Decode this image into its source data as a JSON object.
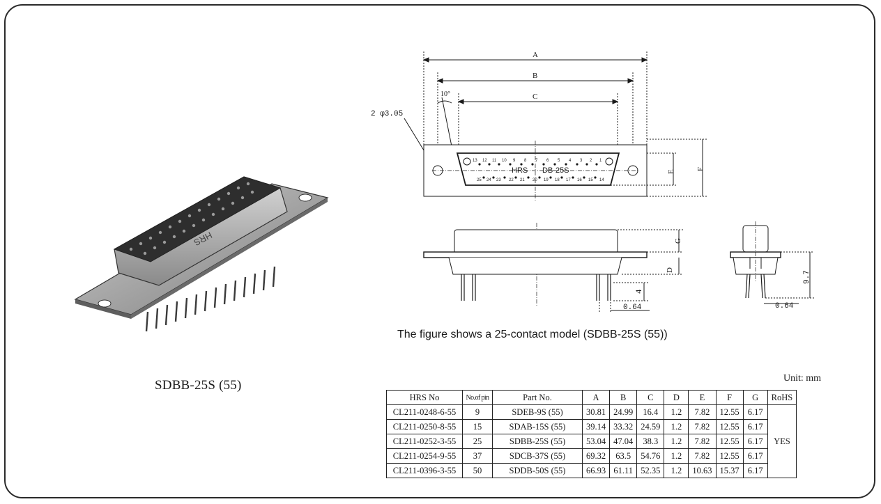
{
  "photo": {
    "brand_mark": "HRS",
    "caption": "SDBB-25S (55)"
  },
  "drawing": {
    "dims": {
      "a": "A",
      "b": "B",
      "c": "C",
      "d": "D",
      "e": "E",
      "f": "F",
      "g": "G",
      "hole": "2 φ3.05",
      "angle": "10°",
      "pin_len": "4",
      "pin_off": "0.64",
      "side_h": "9.7",
      "side_off": "0.64"
    },
    "face_brand": "HRS",
    "face_model": "DB-25S",
    "top_pin_numbers": [
      "13",
      "12",
      "11",
      "10",
      "9",
      "8",
      "7",
      "6",
      "5",
      "4",
      "3",
      "2",
      "1"
    ],
    "bottom_pin_numbers": [
      "25",
      "24",
      "23",
      "22",
      "21",
      "20",
      "19",
      "18",
      "17",
      "16",
      "15",
      "14"
    ]
  },
  "figure_caption": "The figure shows a 25-contact model (SDBB-25S (55))",
  "table": {
    "unit": "Unit: mm",
    "headers": [
      "HRS No",
      "No.of pin",
      "Part No.",
      "A",
      "B",
      "C",
      "D",
      "E",
      "F",
      "G",
      "RoHS"
    ],
    "rows": [
      {
        "hrs": "CL211-0248-6-55",
        "pins": "9",
        "part": "SDEB-9S (55)",
        "a": "30.81",
        "b": "24.99",
        "c": "16.4",
        "d": "1.2",
        "e": "7.82",
        "f": "12.55",
        "g": "6.17"
      },
      {
        "hrs": "CL211-0250-8-55",
        "pins": "15",
        "part": "SDAB-15S (55)",
        "a": "39.14",
        "b": "33.32",
        "c": "24.59",
        "d": "1.2",
        "e": "7.82",
        "f": "12.55",
        "g": "6.17"
      },
      {
        "hrs": "CL211-0252-3-55",
        "pins": "25",
        "part": "SDBB-25S (55)",
        "a": "53.04",
        "b": "47.04",
        "c": "38.3",
        "d": "1.2",
        "e": "7.82",
        "f": "12.55",
        "g": "6.17"
      },
      {
        "hrs": "CL211-0254-9-55",
        "pins": "37",
        "part": "SDCB-37S (55)",
        "a": "69.32",
        "b": "63.5",
        "c": "54.76",
        "d": "1.2",
        "e": "7.82",
        "f": "12.55",
        "g": "6.17"
      },
      {
        "hrs": "CL211-0396-3-55",
        "pins": "50",
        "part": "SDDB-50S (55)",
        "a": "66.93",
        "b": "61.11",
        "c": "52.35",
        "d": "1.2",
        "e": "10.63",
        "f": "15.37",
        "g": "6.17"
      }
    ],
    "rohs": "YES"
  }
}
